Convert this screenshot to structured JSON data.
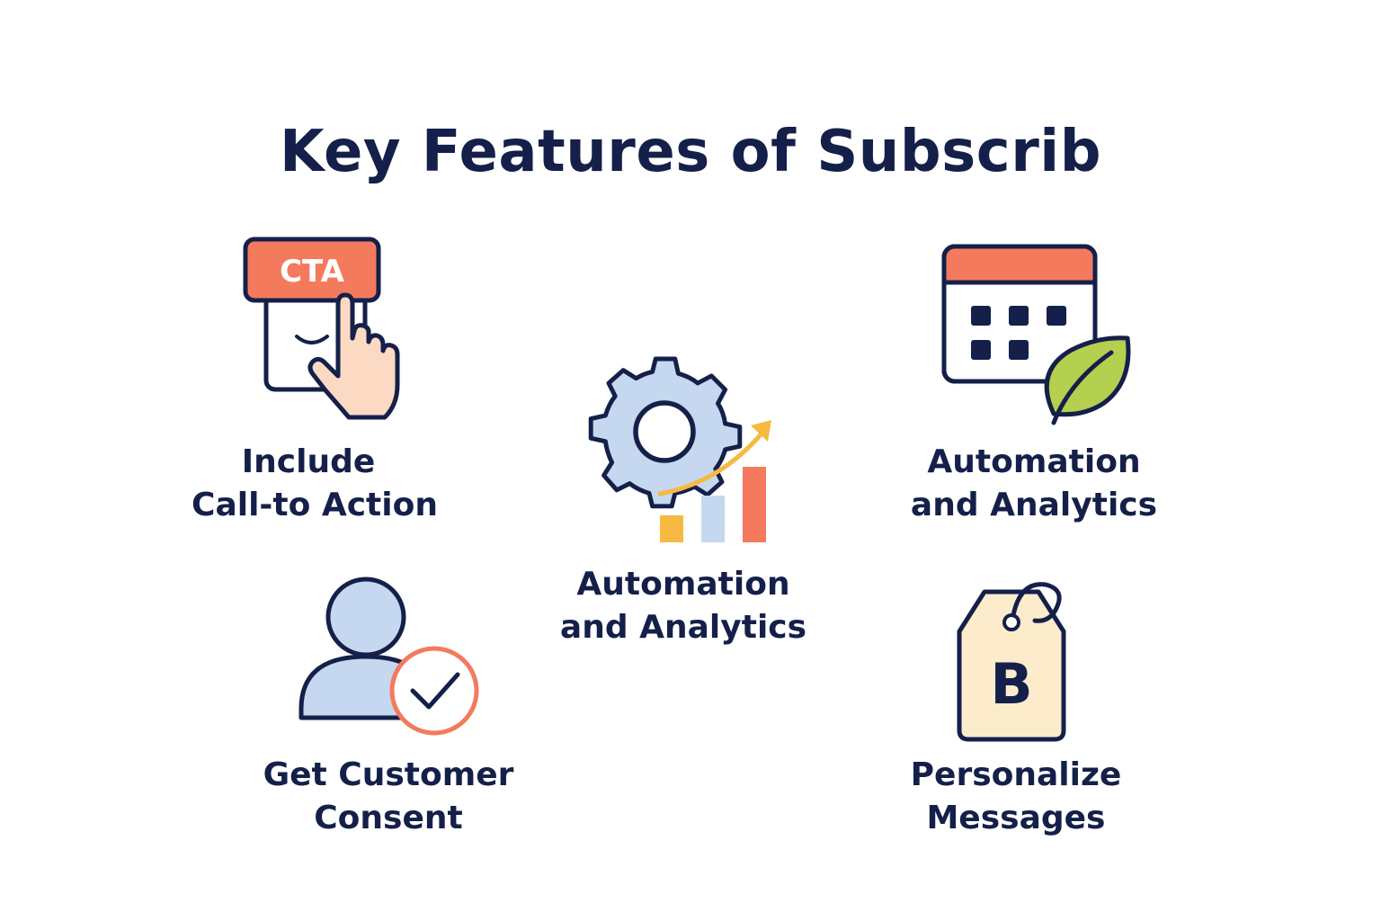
{
  "title": "Key Features of Subscrib",
  "features": [
    {
      "id": "cta",
      "icon": "cta-hand-icon",
      "badge_text": "CTA",
      "line1": "Include",
      "line2": "Call-to Action"
    },
    {
      "id": "automation-center",
      "icon": "gear-growth-chart-icon",
      "line1": "Automation",
      "line2": "and Analytics"
    },
    {
      "id": "automation-right",
      "icon": "calendar-leaf-icon",
      "line1": "Automation",
      "line2": "and Analytics"
    },
    {
      "id": "consent",
      "icon": "user-check-icon",
      "line1": "Get Customer",
      "line2": "Consent"
    },
    {
      "id": "personalize",
      "icon": "price-tag-icon",
      "badge_text": "B",
      "line1": "Personalize",
      "line2": "Messages"
    }
  ],
  "colors": {
    "navy": "#14204a",
    "coral": "#f47a5e",
    "light_blue": "#c5d8ef",
    "yellow": "#f6b942",
    "green": "#b5cf4f",
    "skin": "#fbd9c3",
    "cream": "#fdeccc"
  }
}
